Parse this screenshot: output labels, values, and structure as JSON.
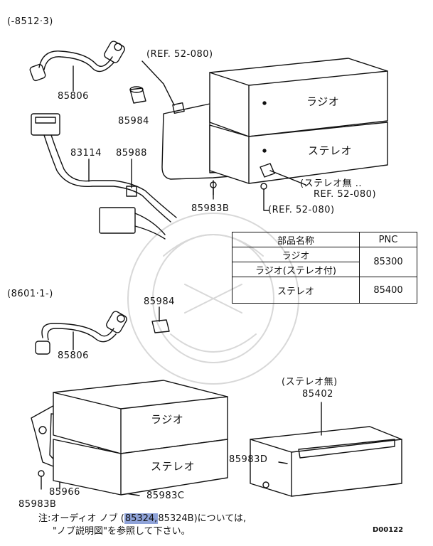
{
  "section_top": "(-8512·3)",
  "section_bottom": "(8601·1-)",
  "top_labels": {
    "ref_main": "(REF. 52-080)",
    "p85806": "85806",
    "p85984": "85984",
    "p83114": "83114",
    "p85988": "85988",
    "p85983b": "85983B",
    "ref_bracket": "(REF. 52-080)",
    "stereo_none_ref_line1": "(ステレオ無 ..",
    "stereo_none_ref_line2": "REF. 52-080)",
    "radio_box": "ラジオ",
    "stereo_box": "ステレオ"
  },
  "pnc_table": {
    "header_name": "部品名称",
    "header_pnc": "PNC",
    "rows": [
      {
        "name": "ラジオ"
      },
      {
        "name": "ラジオ(ステレオ付)",
        "pnc": "85300"
      },
      {
        "name": "ステレオ",
        "pnc": "85400"
      }
    ]
  },
  "bottom_labels": {
    "p85984": "85984",
    "p85806": "85806",
    "stereo_none": "(ステレオ無)",
    "p85402": "85402",
    "radio_box": "ラジオ",
    "stereo_box": "ステレオ",
    "p85983d": "85983D",
    "p85983b": "85983B",
    "p85966": "85966",
    "p85983c": "85983C"
  },
  "note": {
    "prefix": "注:オーディオ ノブ (",
    "highlight": "85324,",
    "suffix": "85324B)については,",
    "line2": "\"ノブ説明図\"を参照して下さい。"
  },
  "diagram_code": "D00122"
}
